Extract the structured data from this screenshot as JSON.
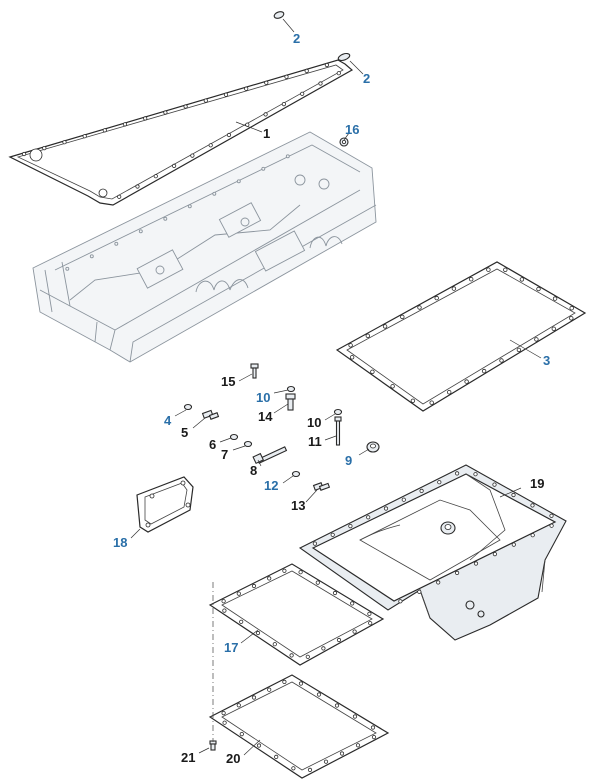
{
  "diagram": {
    "callouts": [
      {
        "id": "c1",
        "label": "1",
        "accent": false
      },
      {
        "id": "c2a",
        "label": "2",
        "accent": true
      },
      {
        "id": "c2b",
        "label": "2",
        "accent": true
      },
      {
        "id": "c3",
        "label": "3",
        "accent": true
      },
      {
        "id": "c4",
        "label": "4",
        "accent": true
      },
      {
        "id": "c5",
        "label": "5",
        "accent": false
      },
      {
        "id": "c6",
        "label": "6",
        "accent": false
      },
      {
        "id": "c7",
        "label": "7",
        "accent": false
      },
      {
        "id": "c8",
        "label": "8",
        "accent": false
      },
      {
        "id": "c9",
        "label": "9",
        "accent": true
      },
      {
        "id": "c10a",
        "label": "10",
        "accent": true
      },
      {
        "id": "c10b",
        "label": "10",
        "accent": false
      },
      {
        "id": "c11",
        "label": "11",
        "accent": false
      },
      {
        "id": "c12",
        "label": "12",
        "accent": true
      },
      {
        "id": "c13",
        "label": "13",
        "accent": false
      },
      {
        "id": "c14",
        "label": "14",
        "accent": false
      },
      {
        "id": "c15",
        "label": "15",
        "accent": false
      },
      {
        "id": "c16",
        "label": "16",
        "accent": true
      },
      {
        "id": "c17",
        "label": "17",
        "accent": true
      },
      {
        "id": "c18",
        "label": "18",
        "accent": true
      },
      {
        "id": "c19",
        "label": "19",
        "accent": false
      },
      {
        "id": "c20",
        "label": "20",
        "accent": false
      },
      {
        "id": "c21",
        "label": "21",
        "accent": false
      }
    ],
    "colors": {
      "accent": "#2a6fa8",
      "ink": "#1a1a1a",
      "line": "#2a2a2a",
      "faint": "#8c959e"
    }
  }
}
